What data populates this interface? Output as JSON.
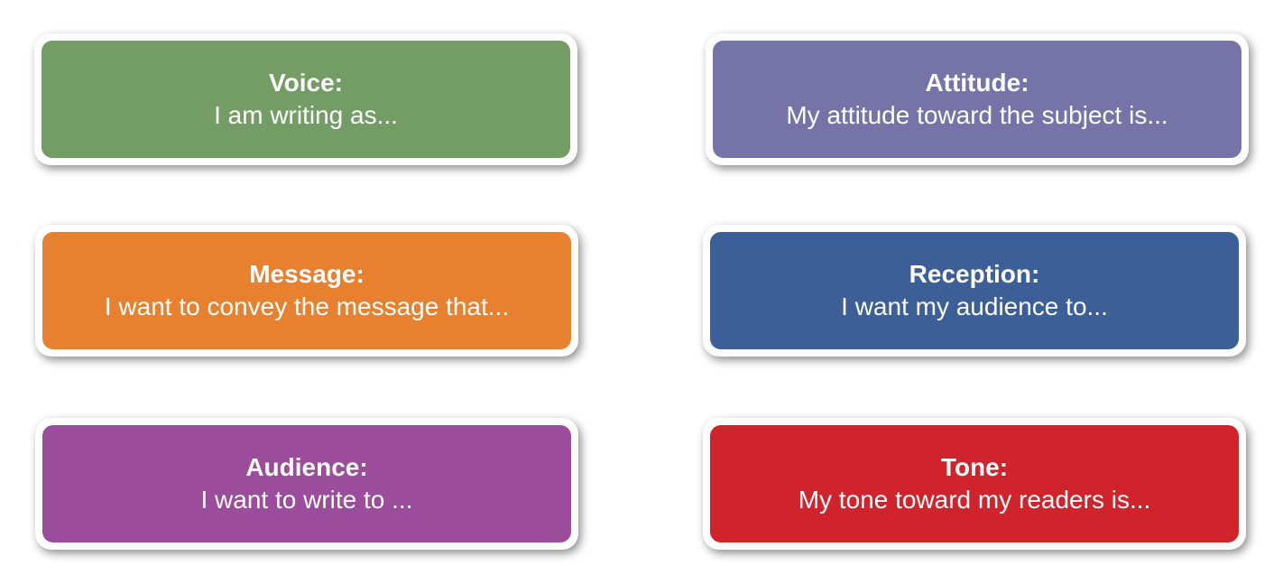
{
  "cards": [
    {
      "title": "Voice:",
      "text": "I am writing as...",
      "color": "#749d66"
    },
    {
      "title": "Attitude:",
      "text": "My attitude toward the subject is...",
      "color": "#7673a9"
    },
    {
      "title": "Message:",
      "text": "I want to convey the message that...",
      "color": "#e8812f"
    },
    {
      "title": "Reception:",
      "text": "I want my audience to...",
      "color": "#3c5f98"
    },
    {
      "title": "Audience:",
      "text": "I want to write to ...",
      "color": "#9b4c9c"
    },
    {
      "title": "Tone:",
      "text": "My tone toward my readers is...",
      "color": "#d1232b"
    }
  ]
}
